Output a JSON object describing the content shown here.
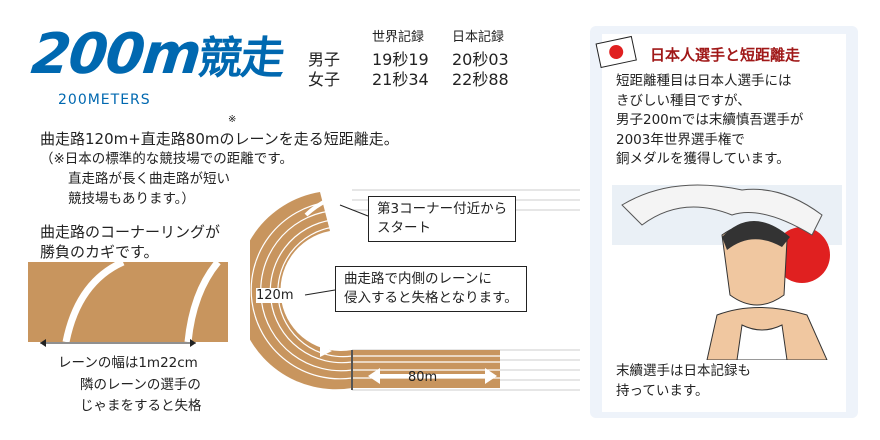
{
  "title": {
    "main": "200m",
    "kanji": "競走",
    "subtitle": "200METERS"
  },
  "records": {
    "headers": [
      "世界記録",
      "日本記録"
    ],
    "rows": [
      {
        "label": "男子",
        "world": "19秒19",
        "japan": "20秒03"
      },
      {
        "label": "女子",
        "world": "21秒34",
        "japan": "22秒88"
      }
    ]
  },
  "description": {
    "line": "曲走路120m+直走路80m",
    "mark": "※",
    "line_end": "のレーンを走る短距離走。",
    "note": [
      "（※日本の標準的な競技場での距離です。",
      "直走路が長く曲走路が短い",
      "競技場もあります。）"
    ]
  },
  "corner": {
    "lines": [
      "曲走路のコーナーリングが",
      "勝負のカギです。"
    ]
  },
  "lane": {
    "width_label": "レーンの幅は1m22cm",
    "note": [
      "隣のレーンの選手の",
      "じゃまをすると失格"
    ]
  },
  "track": {
    "curve_label": "120m",
    "straight_label": "80m",
    "callout_start": [
      "第3コーナー付近から",
      "スタート"
    ],
    "callout_rule": [
      "曲走路で内側のレーンに",
      "侵入すると失格となります。"
    ]
  },
  "panel": {
    "title": "日本人選手と短距離走",
    "text": [
      "短距離種目は日本人選手には",
      "きびしい種目ですが、",
      "男子200mでは末續慎吾選手が",
      "2003年世界選手権で",
      "銅メダルを獲得しています。"
    ],
    "footer": [
      "末續選手は日本記録も",
      "持っています。"
    ]
  },
  "colors": {
    "brand": "#0068b0",
    "track": "#c8955e",
    "accent": "#a01818"
  }
}
